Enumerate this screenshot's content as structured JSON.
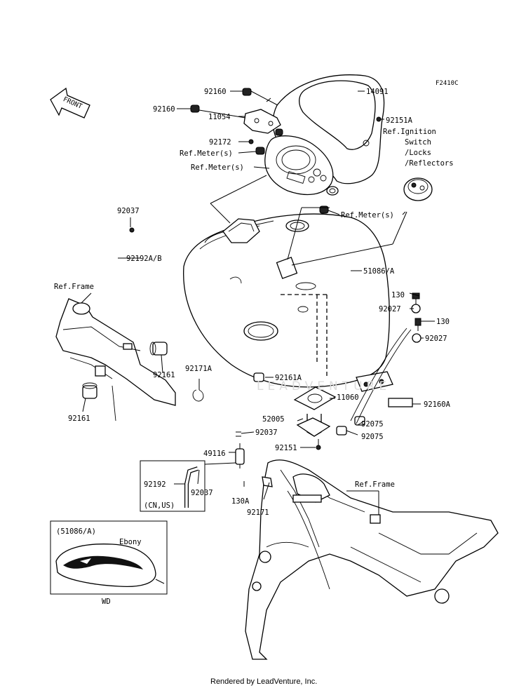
{
  "diagram_code": "F2410C",
  "direction_label": "FRONT",
  "watermark": "LEADVENTURE",
  "footer": "Rendered by LeadVenture, Inc.",
  "labels": {
    "p92160_a": "92160",
    "p92160_b": "92160",
    "p14091": "14091",
    "p11054": "11054",
    "p92151A": "92151A",
    "p92172": "92172",
    "ref_meter_1": "Ref.Meter(s)",
    "ref_meter_2": "Ref.Meter(s)",
    "ref_meter_3": "Ref.Meter(s)",
    "ref_ignition_1": "Ref.Ignition",
    "ref_ignition_2": "Switch",
    "ref_ignition_3": "/Locks",
    "ref_ignition_4": "/Reflectors",
    "p92037_a": "92037",
    "p92192AB": "92192A/B",
    "p51086A": "51086/A",
    "ref_frame_left": "Ref.Frame",
    "p130_a": "130",
    "p92027_a": "92027",
    "p130_b": "130",
    "p92027_b": "92027",
    "p92161_a": "92161",
    "p92171A": "92171A",
    "p92161A": "92161A",
    "p11060": "11060",
    "p92160A": "92160A",
    "p92161_b": "92161",
    "p52005": "52005",
    "p92075_a": "92075",
    "p92037_b": "92037",
    "p92075_b": "92075",
    "p92151": "92151",
    "p49116": "49116",
    "ref_frame_right": "Ref.Frame",
    "p92192": "92192",
    "p92037_c": "92037",
    "p130A": "130A",
    "cn_us": "(CN,US)",
    "p92171": "92171",
    "inset_title": "(51086/A)",
    "inset_color": "Ebony",
    "inset_caption": "WD"
  }
}
